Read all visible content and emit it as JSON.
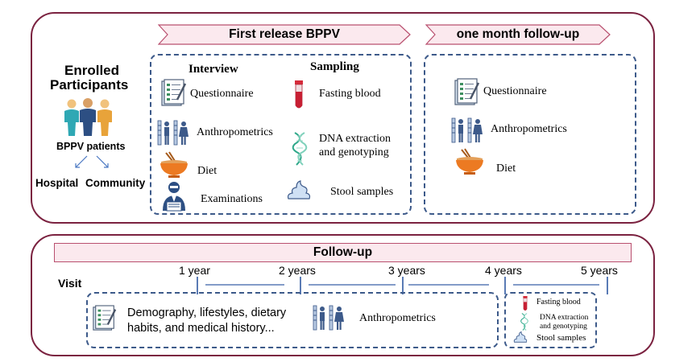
{
  "enrolled": {
    "title_line1": "Enrolled",
    "title_line2": "Participants",
    "patients_label": "BPPV patients",
    "hospital_label": "Hospital",
    "community_label": "Community"
  },
  "first_release": {
    "banner": "First release BPPV",
    "interview_title": "Interview",
    "sampling_title": "Sampling",
    "interview_items": [
      "Questionnaire",
      "Anthropometrics",
      "Diet",
      "Examinations"
    ],
    "sampling_items": [
      "Fasting blood",
      "DNA extraction",
      "and genotyping",
      "Stool samples"
    ]
  },
  "one_month": {
    "banner": "one month follow-up",
    "items": [
      "Questionnaire",
      "Anthropometrics",
      "Diet"
    ]
  },
  "followup": {
    "banner": "Follow-up",
    "visit_label": "Visit",
    "years": [
      "1 year",
      "2 years",
      "3 years",
      "4 years",
      "5 years"
    ],
    "survey_line1": "Demography, lifestyles, dietary",
    "survey_line2": "habits, and medical history...",
    "anthropometrics": "Anthropometrics",
    "fasting_blood": "Fasting blood",
    "dna_line1": "DNA extraction",
    "dna_line2": "and genotyping",
    "stool": "Stool samples"
  },
  "colors": {
    "panel_border": "#7b2240",
    "dashed_border": "#3d5a8a",
    "banner_fill": "#fbe9ee",
    "banner_border": "#b9506f",
    "timeline": "#5a7bb5"
  },
  "icons": [
    "questionnaire-icon",
    "anthropometrics-icon",
    "diet-bowl-icon",
    "doctor-icon",
    "blood-tube-icon",
    "dna-icon",
    "stool-sample-icon",
    "people-icon"
  ]
}
